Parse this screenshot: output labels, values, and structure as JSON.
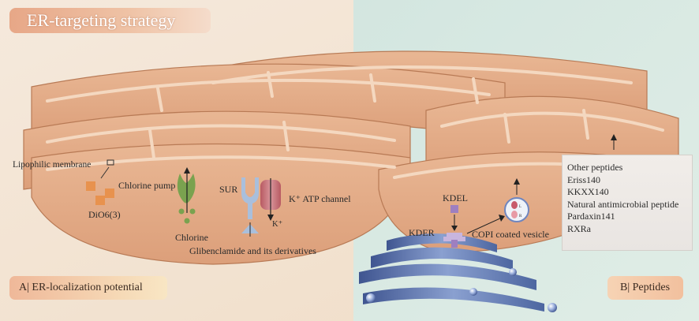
{
  "title": "ER-targeting strategy",
  "panel_a": {
    "label": "A| ER-localization potential",
    "lipophilic_membrane": "Lipophilic membrane",
    "dio6": "DiO6(3)",
    "chlorine_pump": "Chlorine pump",
    "chlorine": "Chlorine",
    "sur": "SUR",
    "katp_channel": "K⁺ ATP channel",
    "k_ion": "K⁺",
    "glibenclamide": "Glibenclamide and its derivatives"
  },
  "panel_b": {
    "label": "B| Peptides",
    "kdel": "KDEL",
    "kder": "KDER",
    "copi": "COPI coated vesicle",
    "vesicle_l": "L",
    "vesicle_r": "R",
    "peptides": [
      "Other peptides",
      "Eriss140",
      "KKXX140",
      "Natural antimicrobial peptide",
      "Pardaxin141",
      "RXRa"
    ]
  },
  "colors": {
    "left_bg": "#f3e6d8",
    "right_bg": "#d5e7e1",
    "er_membrane": "#e2a883",
    "er_stroke": "#b87a55",
    "pump_green": "#7aa24f",
    "sur_blue": "#a9bfdc",
    "channel_red": "#c06a70",
    "golgi_blue": "#5670a8",
    "kdel_purple": "#9e7fc0"
  }
}
